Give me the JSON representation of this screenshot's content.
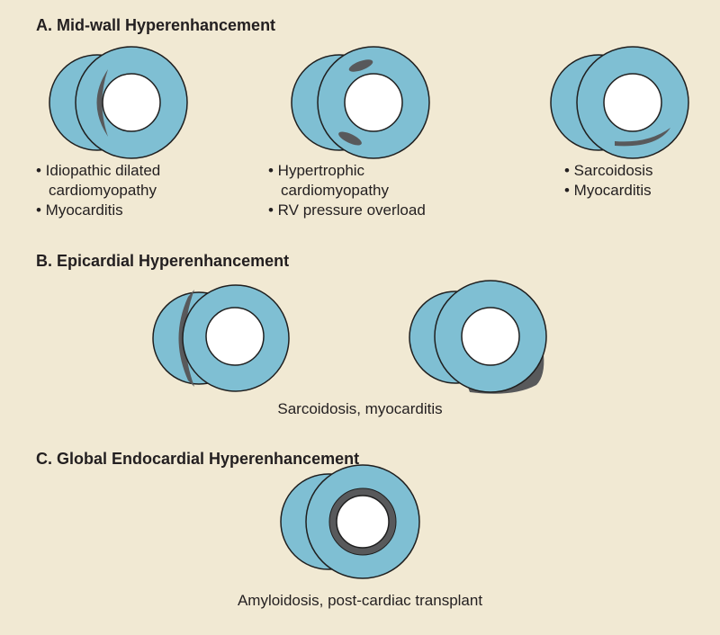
{
  "colors": {
    "background": "#f1e9d3",
    "myocardium": "#7fbfd3",
    "enhancement": "#58595b"
  },
  "sections": [
    {
      "title": "A. Mid-wall Hyperenhancement",
      "panels": [
        {
          "items": [
            "• Idiopathic dilated",
            "cardiomyopathy",
            "• Myocarditis"
          ]
        },
        {
          "items": [
            "• Hypertrophic",
            "cardiomyopathy",
            "• RV pressure overload"
          ]
        },
        {
          "items": [
            "• Sarcoidosis",
            "• Myocarditis"
          ]
        }
      ]
    },
    {
      "title": "B. Epicardial Hyperenhancement",
      "caption": "Sarcoidosis, myocarditis"
    },
    {
      "title": "C. Global Endocardial Hyperenhancement",
      "caption": "Amyloidosis, post-cardiac transplant"
    }
  ]
}
